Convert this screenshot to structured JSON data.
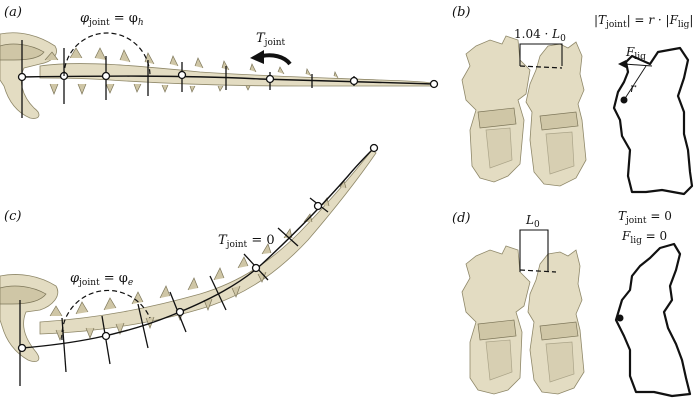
{
  "panels": {
    "a": {
      "label": "(a)",
      "angle_eq": {
        "phi": "φ",
        "sub1": "joint",
        "mid": " = φ",
        "sub2": "h"
      },
      "torque": {
        "T": "T",
        "sub": "joint"
      }
    },
    "b": {
      "label": "(b)",
      "gap_label": {
        "pre": "1.04 · ",
        "L": "L",
        "sub": "0"
      },
      "torque_eq": {
        "pre": "|",
        "T": "T",
        "sub": "joint",
        "mid": "| = ",
        "r": "r",
        "dot": " · |",
        "F": "F",
        "sub2": "lig",
        "post": "|"
      },
      "force": {
        "F": "F",
        "sub": "lig"
      },
      "lever": "r"
    },
    "c": {
      "label": "(c)",
      "angle_eq": {
        "phi": "φ",
        "sub1": "joint",
        "mid": " = φ",
        "sub2": "e"
      },
      "torque_eq": {
        "T": "T",
        "sub": "joint",
        "post": " = 0"
      }
    },
    "d": {
      "label": "(d)",
      "gap_label": {
        "L": "L",
        "sub": "0"
      },
      "torque_eq": {
        "T": "T",
        "sub": "joint",
        "post": " = 0"
      },
      "force_eq": {
        "F": "F",
        "sub": "lig",
        "post": " = 0"
      }
    }
  }
}
